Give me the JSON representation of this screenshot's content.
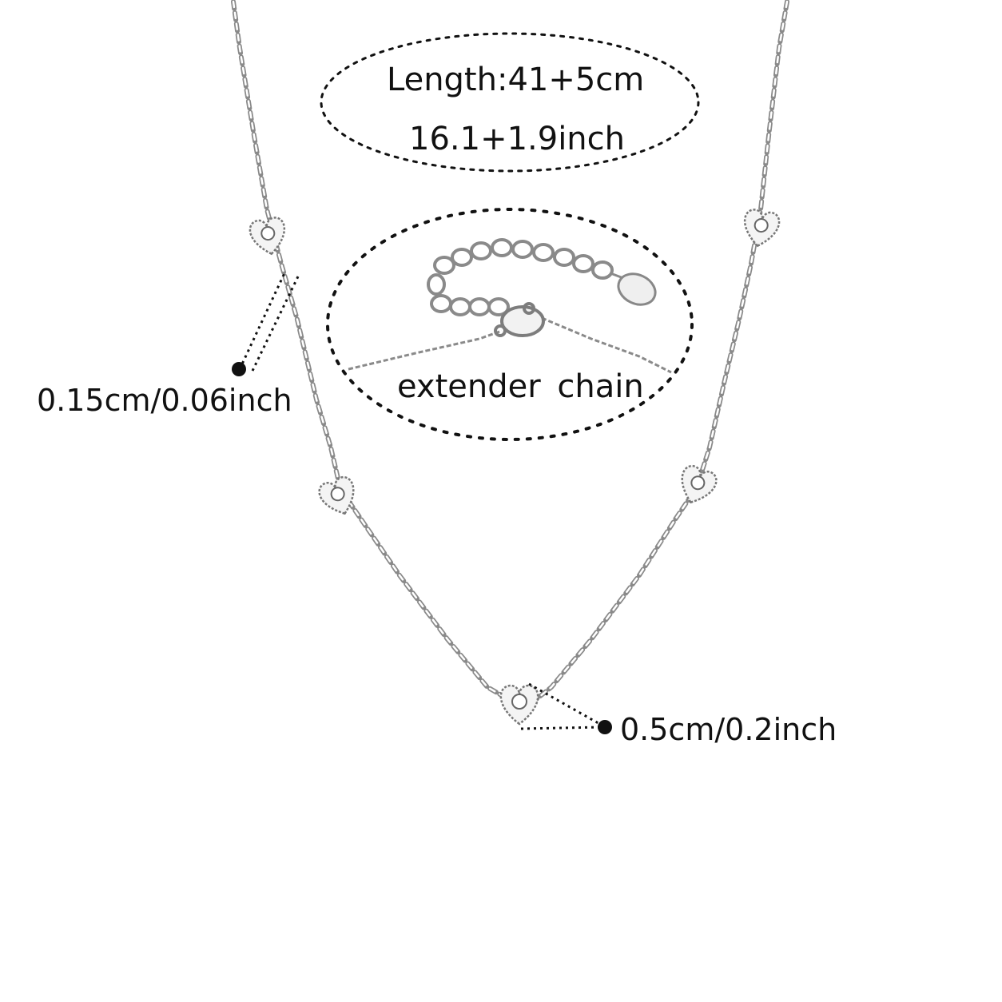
{
  "labels": {
    "length_cm": "Length:41+5cm",
    "length_inch": "16.1+1.9inch",
    "extender": "extender chain",
    "chain_width": "0.15cm/0.06inch",
    "charm_size": "0.5cm/0.2inch"
  },
  "colors": {
    "chain": "#8a8a8a",
    "text": "#111111",
    "background": "#ffffff"
  }
}
